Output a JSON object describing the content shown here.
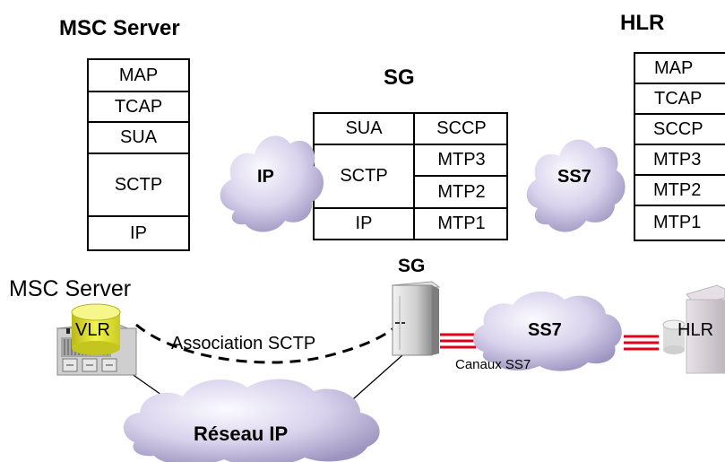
{
  "top": {
    "msc_title": "MSC Server",
    "sg_title": "SG",
    "hlr_title": "HLR",
    "msc_stack": [
      "MAP",
      "TCAP",
      "SUA",
      "SCTP",
      "IP"
    ],
    "hlr_stack": [
      "MAP",
      "TCAP",
      "SCCP",
      "MTP3",
      "MTP2",
      "MTP1"
    ],
    "sg_left": {
      "sua": "SUA",
      "sctp": "SCTP",
      "ip": "IP"
    },
    "sg_right": {
      "sccp": "SCCP",
      "mtp3": "MTP3",
      "mtp2": "MTP2",
      "mtp1": "MTP1"
    },
    "cloud_ip": "IP",
    "cloud_ss7": "SS7"
  },
  "bottom": {
    "msc_label": "MSC Server",
    "vlr_label": "VLR",
    "sg_label": "SG",
    "hlr_label": "HLR",
    "association": "Association SCTP",
    "ss7_cloud": "SS7",
    "ss7_channels": "Canaux SS7",
    "ip_network": "Réseau IP"
  },
  "colors": {
    "cloud_light": "#f2effa",
    "cloud_dark": "#a79fc6",
    "vlr_yellow": "#e7e83a",
    "ss7_link": "#e0001a"
  }
}
